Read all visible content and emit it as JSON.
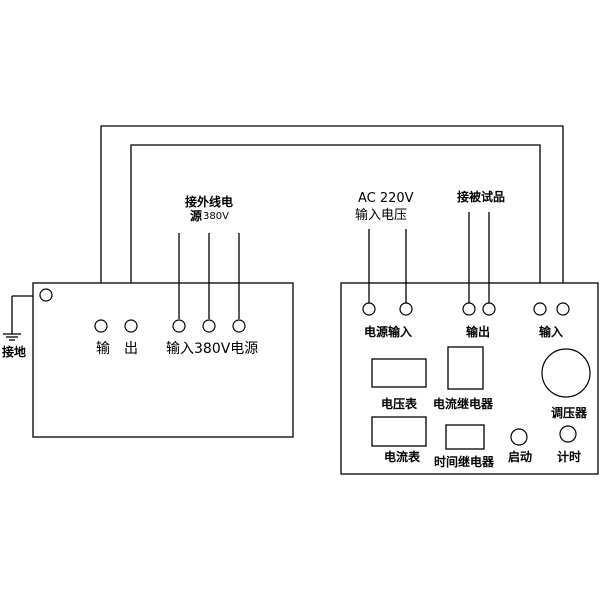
{
  "left_unit": {
    "ground_label": "接地",
    "output_label_1": "输",
    "output_label_2": "出",
    "power_input_label": "输入380V电源",
    "top_note_line1": "接外线电",
    "top_note_line2_a": "源",
    "top_note_line2_b": "380V"
  },
  "right_unit": {
    "ac_line1": "AC 220V",
    "ac_line2": "输入电压",
    "specimen_note": "接被试品",
    "power_input_label": "电源输入",
    "output_label": "输出",
    "input_label": "输入",
    "voltmeter_label": "电压表",
    "current_relay_label": "电流继电器",
    "regulator_label": "调压器",
    "ammeter_label": "电流表",
    "time_relay_label": "时间继电器",
    "start_label": "启动",
    "timer_label": "计时"
  }
}
